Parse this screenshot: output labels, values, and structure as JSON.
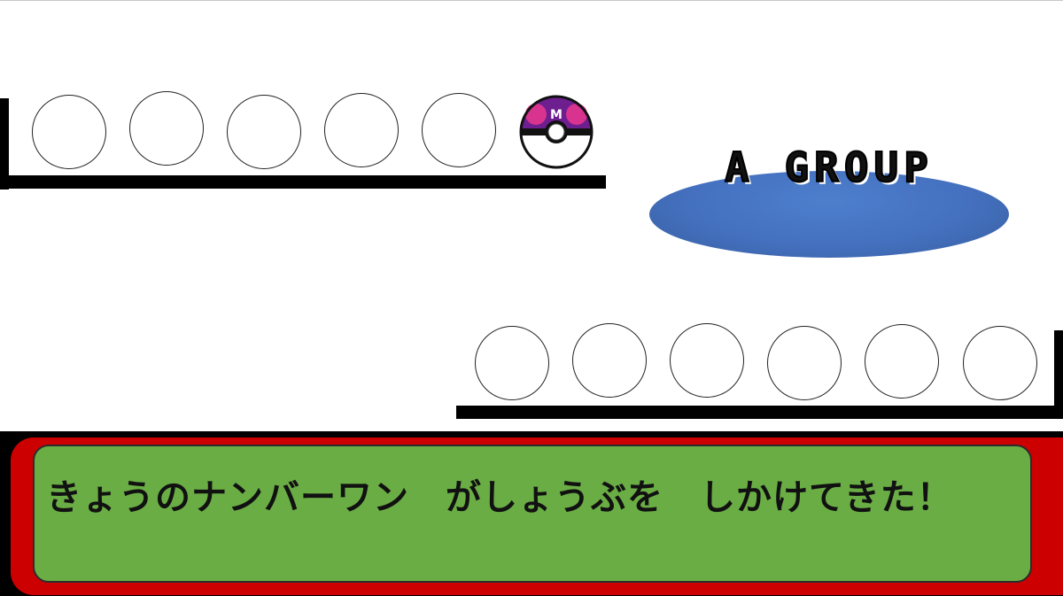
{
  "group_sign": {
    "title": "A GROUP",
    "color": "#4470bf"
  },
  "party_top": {
    "slots": [
      {
        "state": "empty"
      },
      {
        "state": "empty"
      },
      {
        "state": "empty"
      },
      {
        "state": "empty"
      },
      {
        "state": "empty"
      },
      {
        "state": "master-ball",
        "ball_mark": "M"
      }
    ]
  },
  "party_bottom": {
    "slots": [
      {
        "state": "empty"
      },
      {
        "state": "empty"
      },
      {
        "state": "empty"
      },
      {
        "state": "empty"
      },
      {
        "state": "empty"
      },
      {
        "state": "empty"
      }
    ]
  },
  "dialogue": {
    "message": "きょうのナンバーワン　がしょうぶを　しかけてきた！",
    "frame_color": "#cc0000",
    "panel_color": "#6aad45"
  }
}
